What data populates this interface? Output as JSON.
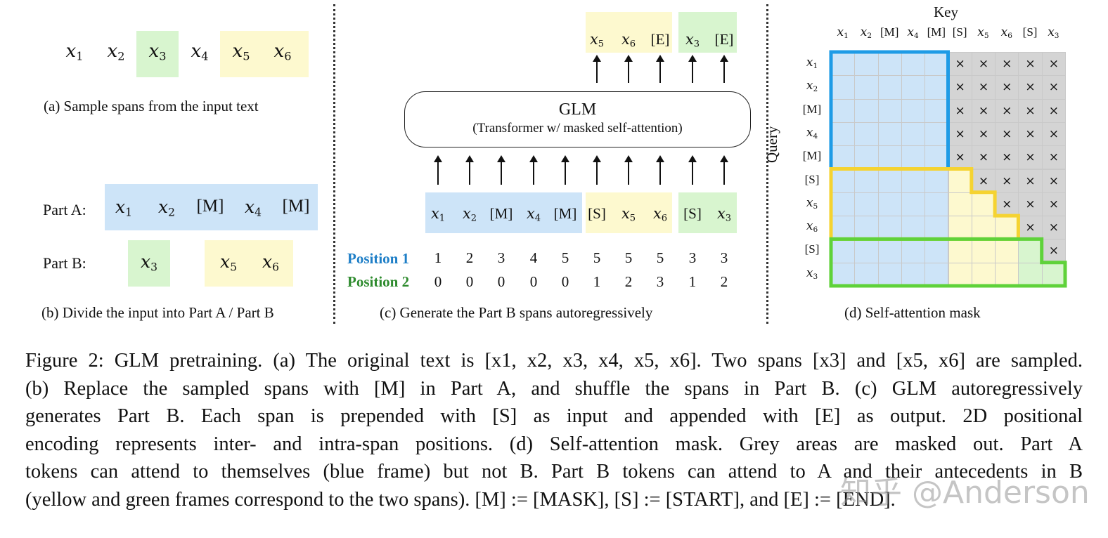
{
  "panel_a": {
    "tokens": [
      "x1",
      "x2",
      "x3",
      "x4",
      "x5",
      "x6"
    ],
    "caption": "(a)  Sample spans from the input text"
  },
  "panel_b": {
    "part_a_label": "Part A:",
    "part_b_label": "Part B:",
    "part_a_tokens": [
      "x1",
      "x2",
      "[M]",
      "x4",
      "[M]"
    ],
    "part_b_tokens": [
      "x3",
      "x5",
      "x6"
    ],
    "caption": "(b)  Divide the input into Part A / Part B"
  },
  "panel_c": {
    "model_title": "GLM",
    "model_subtitle": "(Transformer w/ masked self-attention)",
    "output_tokens": [
      "x5",
      "x6",
      "[E]",
      "x3",
      "[E]"
    ],
    "input_tokens": [
      "x1",
      "x2",
      "[M]",
      "x4",
      "[M]",
      "[S]",
      "x5",
      "x6",
      "[S]",
      "x3"
    ],
    "position1_label": "Position 1",
    "position2_label": "Position 2",
    "position1": [
      "1",
      "2",
      "3",
      "4",
      "5",
      "5",
      "5",
      "5",
      "3",
      "3"
    ],
    "position2": [
      "0",
      "0",
      "0",
      "0",
      "0",
      "1",
      "2",
      "3",
      "1",
      "2"
    ],
    "position1_color": "#1f7fc7",
    "position2_color": "#2e8b2e",
    "caption": "(c)  Generate the Part B spans autoregressively"
  },
  "panel_d": {
    "key_label": "Key",
    "query_label": "Query",
    "key_tokens": [
      "x1",
      "x2",
      "[M]",
      "x4",
      "[M]",
      "[S]",
      "x5",
      "x6",
      "[S]",
      "x3"
    ],
    "query_tokens": [
      "x1",
      "x2",
      "[M]",
      "x4",
      "[M]",
      "[S]",
      "x5",
      "x6",
      "[S]",
      "x3"
    ],
    "mask_symbol": "×",
    "caption": "(d)  Self-attention mask",
    "colors": {
      "part_a": "#cde4f8",
      "span1": "#fdf9cf",
      "span2": "#d8f5cf",
      "masked": "#d4d4d4",
      "blue_frame": "#1e9be6",
      "yellow_frame": "#f5d331",
      "green_frame": "#5fd23a"
    }
  },
  "figure_caption": [
    "Figure 2: GLM pretraining. (a) The original text is [x1, x2, x3, x4, x5, x6]. Two spans [x3] and [x5, x6] are sampled.",
    "(b) Replace the sampled spans with [M] in Part A, and shuffle the spans in Part B. (c) GLM autoregressively",
    "generates Part B. Each span is prepended with [S] as input and appended with [E] as output.  2D positional",
    "encoding represents inter- and intra-span positions.  (d) Self-attention mask.  Grey areas are masked out.  Part A",
    "tokens can attend to themselves (blue frame) but not B. Part B tokens can attend to A and their antecedents in B",
    "(yellow and green frames correspond to the two spans). [M] := [MASK], [S] := [START], and [E] := [END]."
  ],
  "watermark": "知乎 @Anderson"
}
